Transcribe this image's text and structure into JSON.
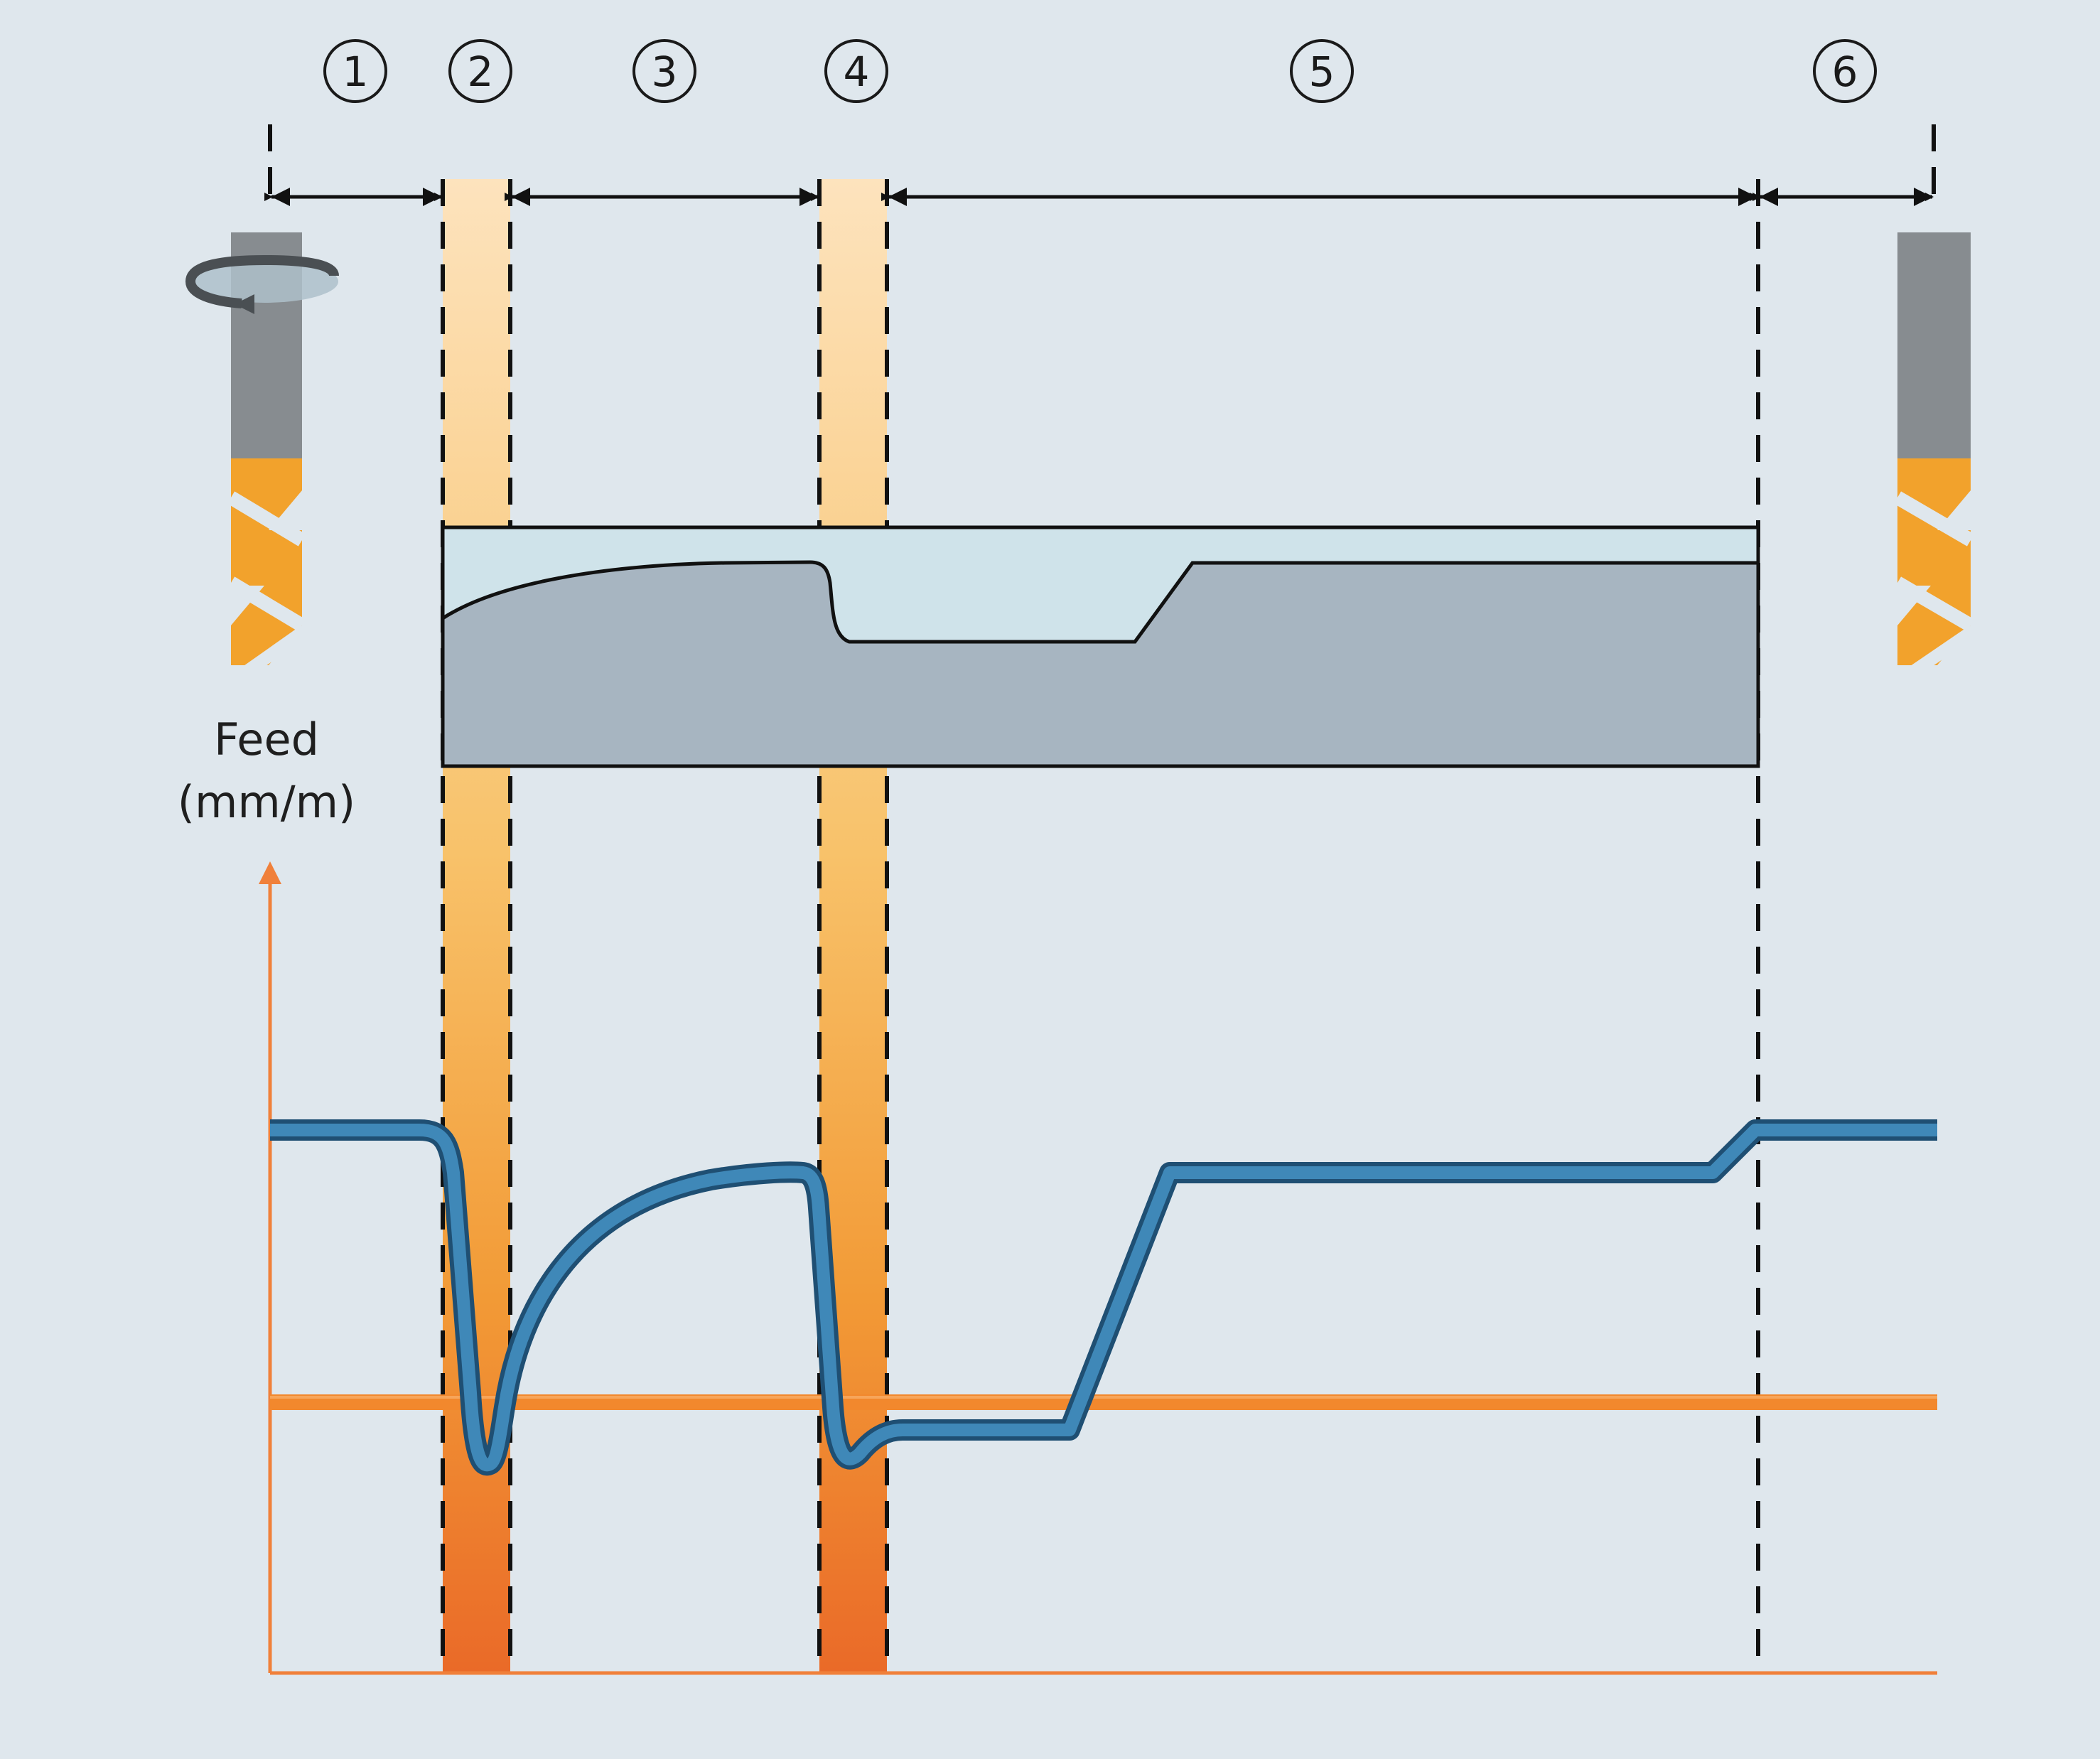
{
  "axis": {
    "label_line1": "Feed",
    "label_line2": "(mm/m)"
  },
  "stages": [
    {
      "label": "1"
    },
    {
      "label": "2"
    },
    {
      "label": "3"
    },
    {
      "label": "4"
    },
    {
      "label": "5"
    },
    {
      "label": "6"
    }
  ],
  "colors": {
    "background": "#dfe7ed",
    "feed_curve": "#3f88b8",
    "feed_curve_outline": "#1f4f73",
    "reference_line": "#f2882d",
    "axis": "#f0803a",
    "workpiece": "#a7b5c1",
    "removed_material": "#cfe3ea",
    "tool_shank": "#878c90",
    "tool_cutter": "#f2a22c",
    "highlight_band_top": "#fcd9a7",
    "highlight_band_bottom": "#ec6f2b"
  },
  "icons": {
    "rotation": "rotation-arrow-icon",
    "tool_left": "drill-tool-icon",
    "tool_right": "drill-tool-icon"
  }
}
